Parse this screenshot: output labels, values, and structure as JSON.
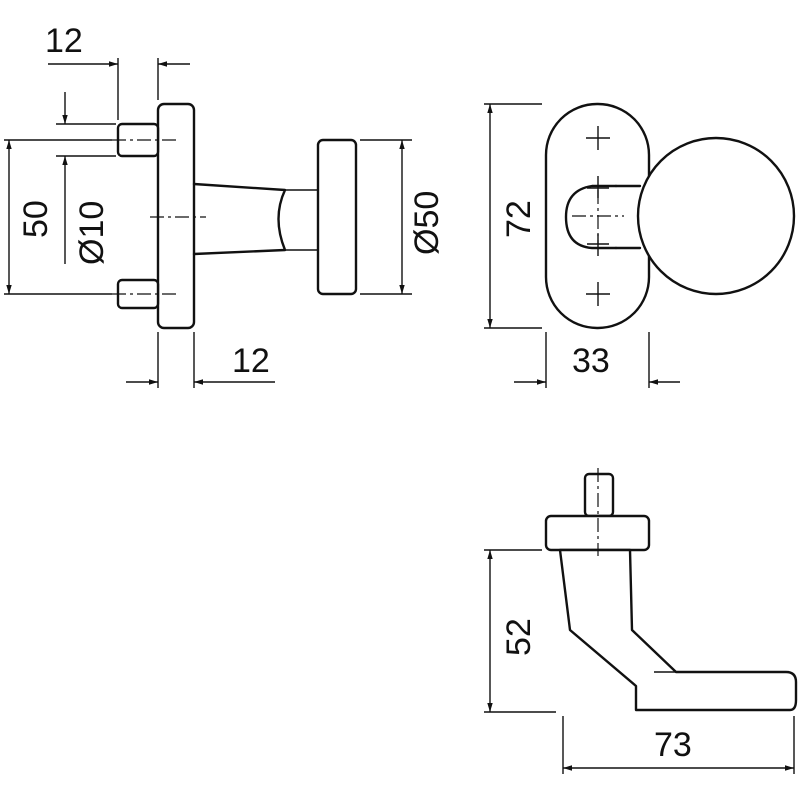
{
  "drawing": {
    "side_view": {
      "dim_top_width": "12",
      "dim_rose_height": "50",
      "dim_spindle_dia": "Ø10",
      "dim_knob_dia": "Ø50",
      "dim_bottom_depth": "12"
    },
    "front_view": {
      "dim_plate_height": "72",
      "dim_plate_width": "33"
    },
    "lever_view": {
      "dim_lever_height": "52",
      "dim_lever_length": "73"
    }
  }
}
